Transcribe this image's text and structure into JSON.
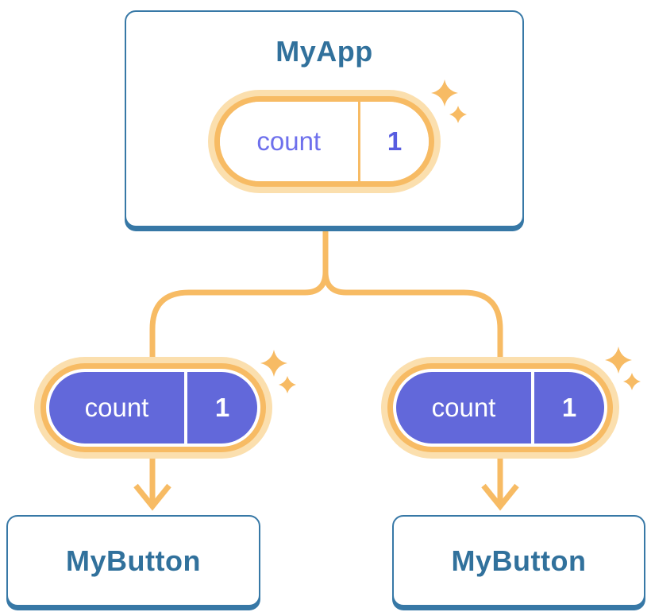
{
  "diagram": {
    "root": {
      "title": "MyApp",
      "state": {
        "name": "count",
        "value": "1"
      }
    },
    "children": [
      {
        "title": "MyButton",
        "state": {
          "name": "count",
          "value": "1"
        }
      },
      {
        "title": "MyButton",
        "state": {
          "name": "count",
          "value": "1"
        }
      }
    ]
  },
  "icons": {
    "sparkles": "sparkles-icon (four-pointed stars)"
  },
  "colors": {
    "card_border": "#3778A6",
    "title_text": "#31719C",
    "line_orange": "#F7BB64",
    "glow_orange": "#FBDFAE",
    "pill_purple": "#6268DA",
    "key_purple": "#6E70EC",
    "value_purple": "#575CE0",
    "white": "#FFFFFF"
  }
}
